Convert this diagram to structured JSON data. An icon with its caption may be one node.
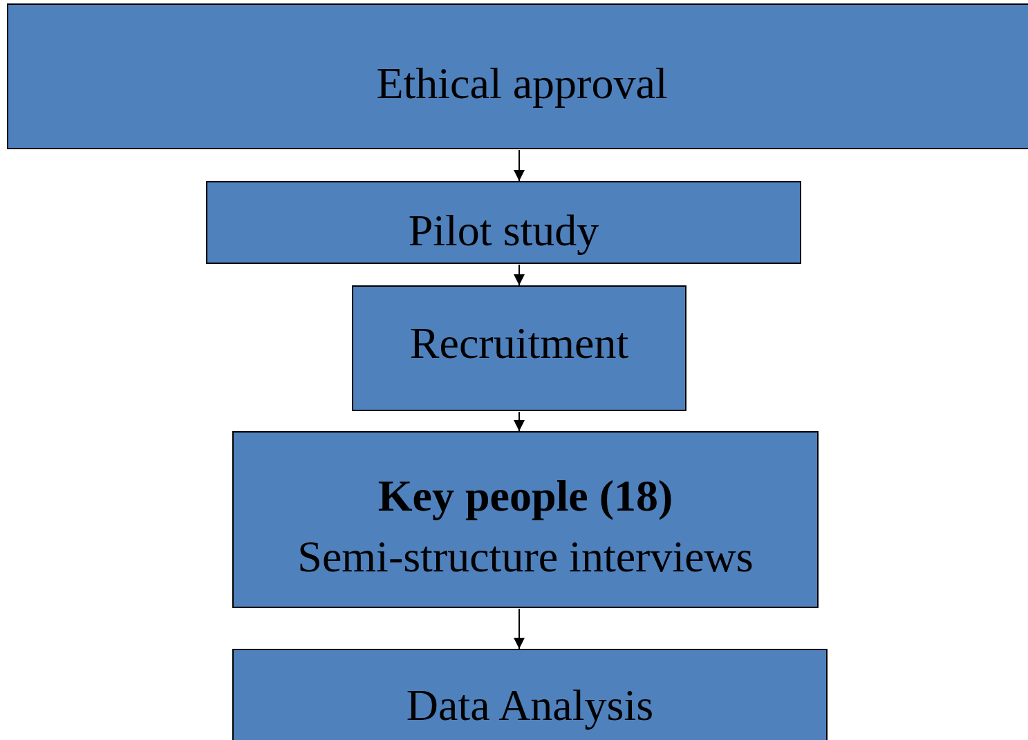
{
  "diagram": {
    "nodes": [
      {
        "text": [
          "Ethical approval"
        ]
      },
      {
        "text": [
          "Pilot study"
        ]
      },
      {
        "text": [
          "Recruitment"
        ]
      },
      {
        "text": [
          "Key people (18)",
          "Semi-structure interviews"
        ]
      },
      {
        "text": [
          "Data Analysis"
        ]
      }
    ],
    "edges": [
      {
        "from": 0,
        "to": 1,
        "arrow": "to"
      },
      {
        "from": 1,
        "to": 2,
        "arrow": "to"
      },
      {
        "from": 2,
        "to": 3,
        "arrow": "to"
      },
      {
        "from": 3,
        "to": 4,
        "arrow": "to"
      }
    ]
  }
}
